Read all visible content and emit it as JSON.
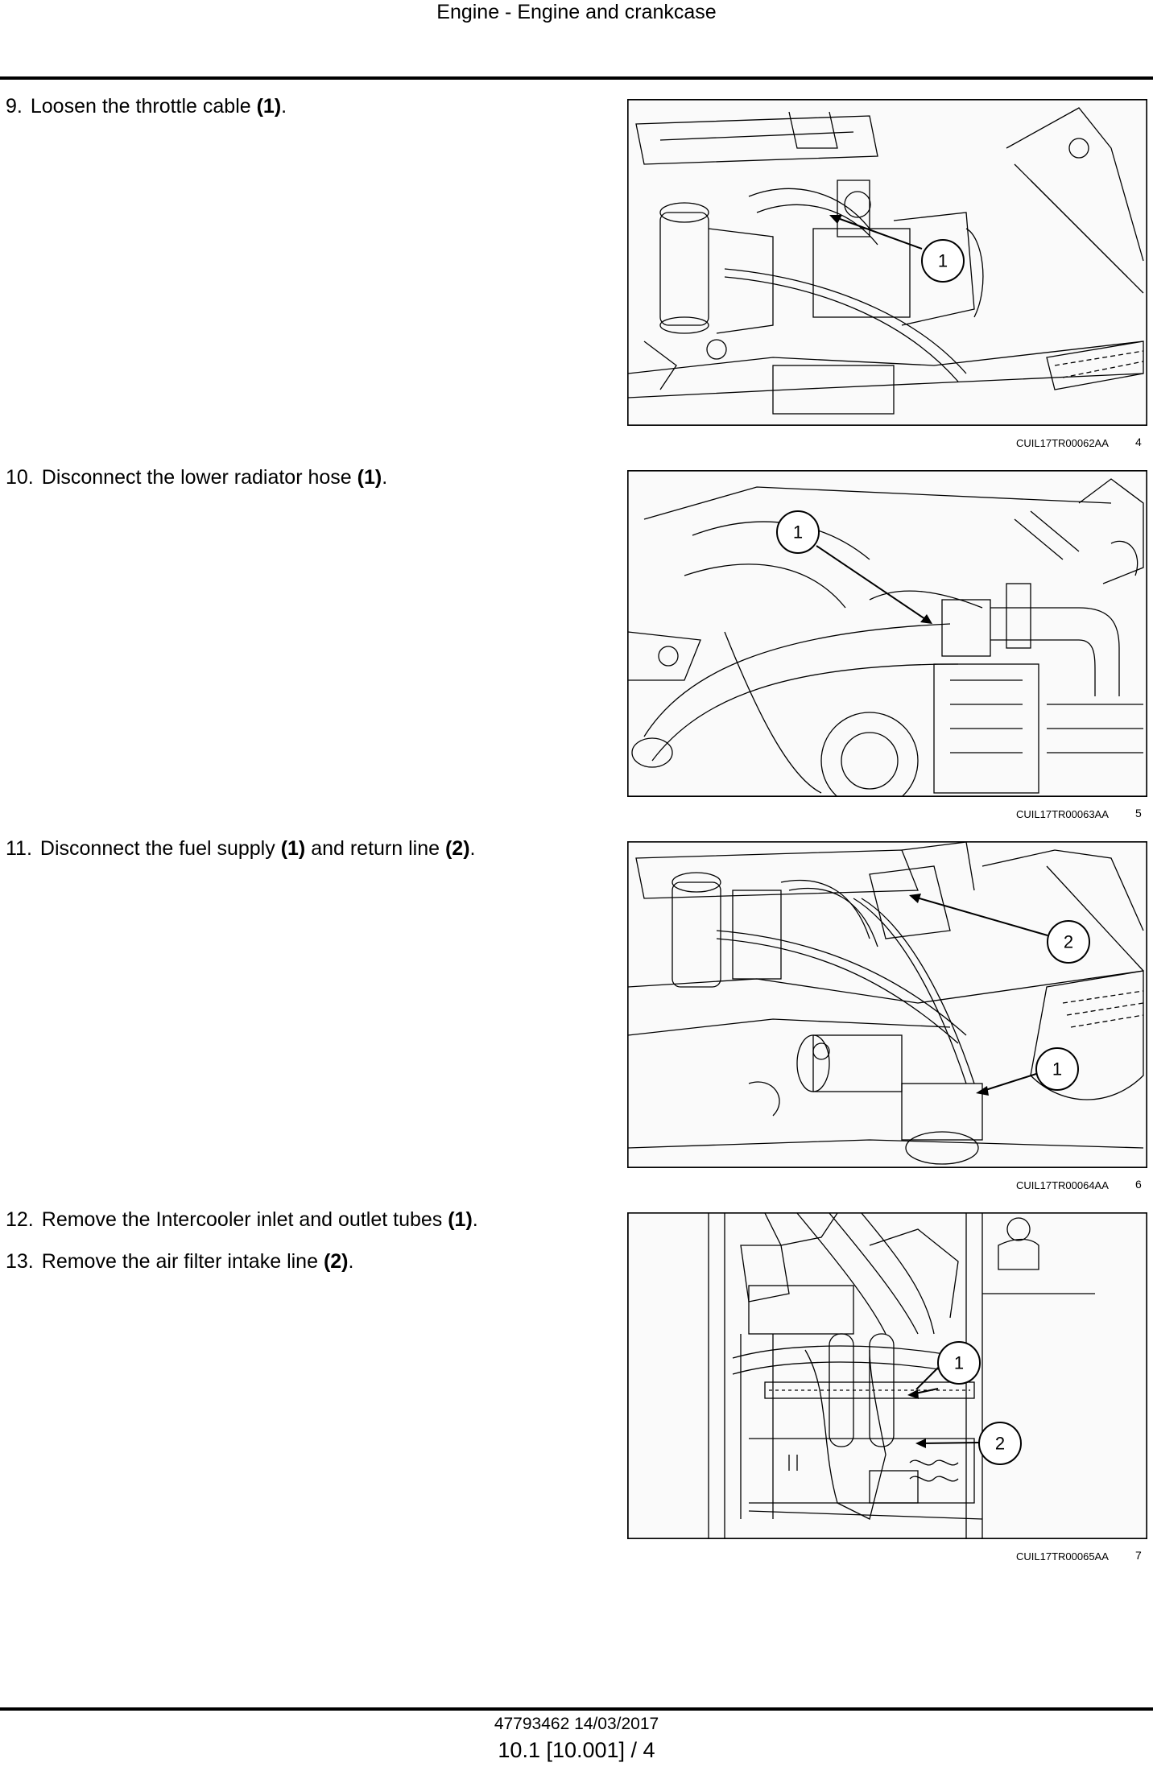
{
  "header": {
    "title": "Engine - Engine and crankcase"
  },
  "steps": [
    {
      "number": "9.",
      "text": "Loosen the throttle cable ",
      "ref": "(1)",
      "tail": "."
    },
    {
      "number": "10.",
      "text": "Disconnect the lower radiator hose ",
      "ref": "(1)",
      "tail": "."
    },
    {
      "number": "11.",
      "text": "Disconnect the fuel supply ",
      "ref": "(1)",
      "mid": " and return line ",
      "ref2": "(2)",
      "tail": "."
    },
    {
      "number": "12.",
      "text": "Remove the Intercooler inlet and outlet tubes ",
      "ref": "(1)",
      "tail": "."
    },
    {
      "number": "13.",
      "text": "Remove the air filter intake line ",
      "ref": "(2)",
      "tail": "."
    }
  ],
  "figures": [
    {
      "code": "CUIL17TR00062AA",
      "number": "4",
      "callouts": [
        "1"
      ]
    },
    {
      "code": "CUIL17TR00063AA",
      "number": "5",
      "callouts": [
        "1"
      ]
    },
    {
      "code": "CUIL17TR00064AA",
      "number": "6",
      "callouts": [
        "2",
        "1"
      ]
    },
    {
      "code": "CUIL17TR00065AA",
      "number": "7",
      "callouts": [
        "1",
        "2"
      ]
    }
  ],
  "footer": {
    "doc_date": "47793462 14/03/2017",
    "page_ref": "10.1 [10.001] / 4"
  }
}
